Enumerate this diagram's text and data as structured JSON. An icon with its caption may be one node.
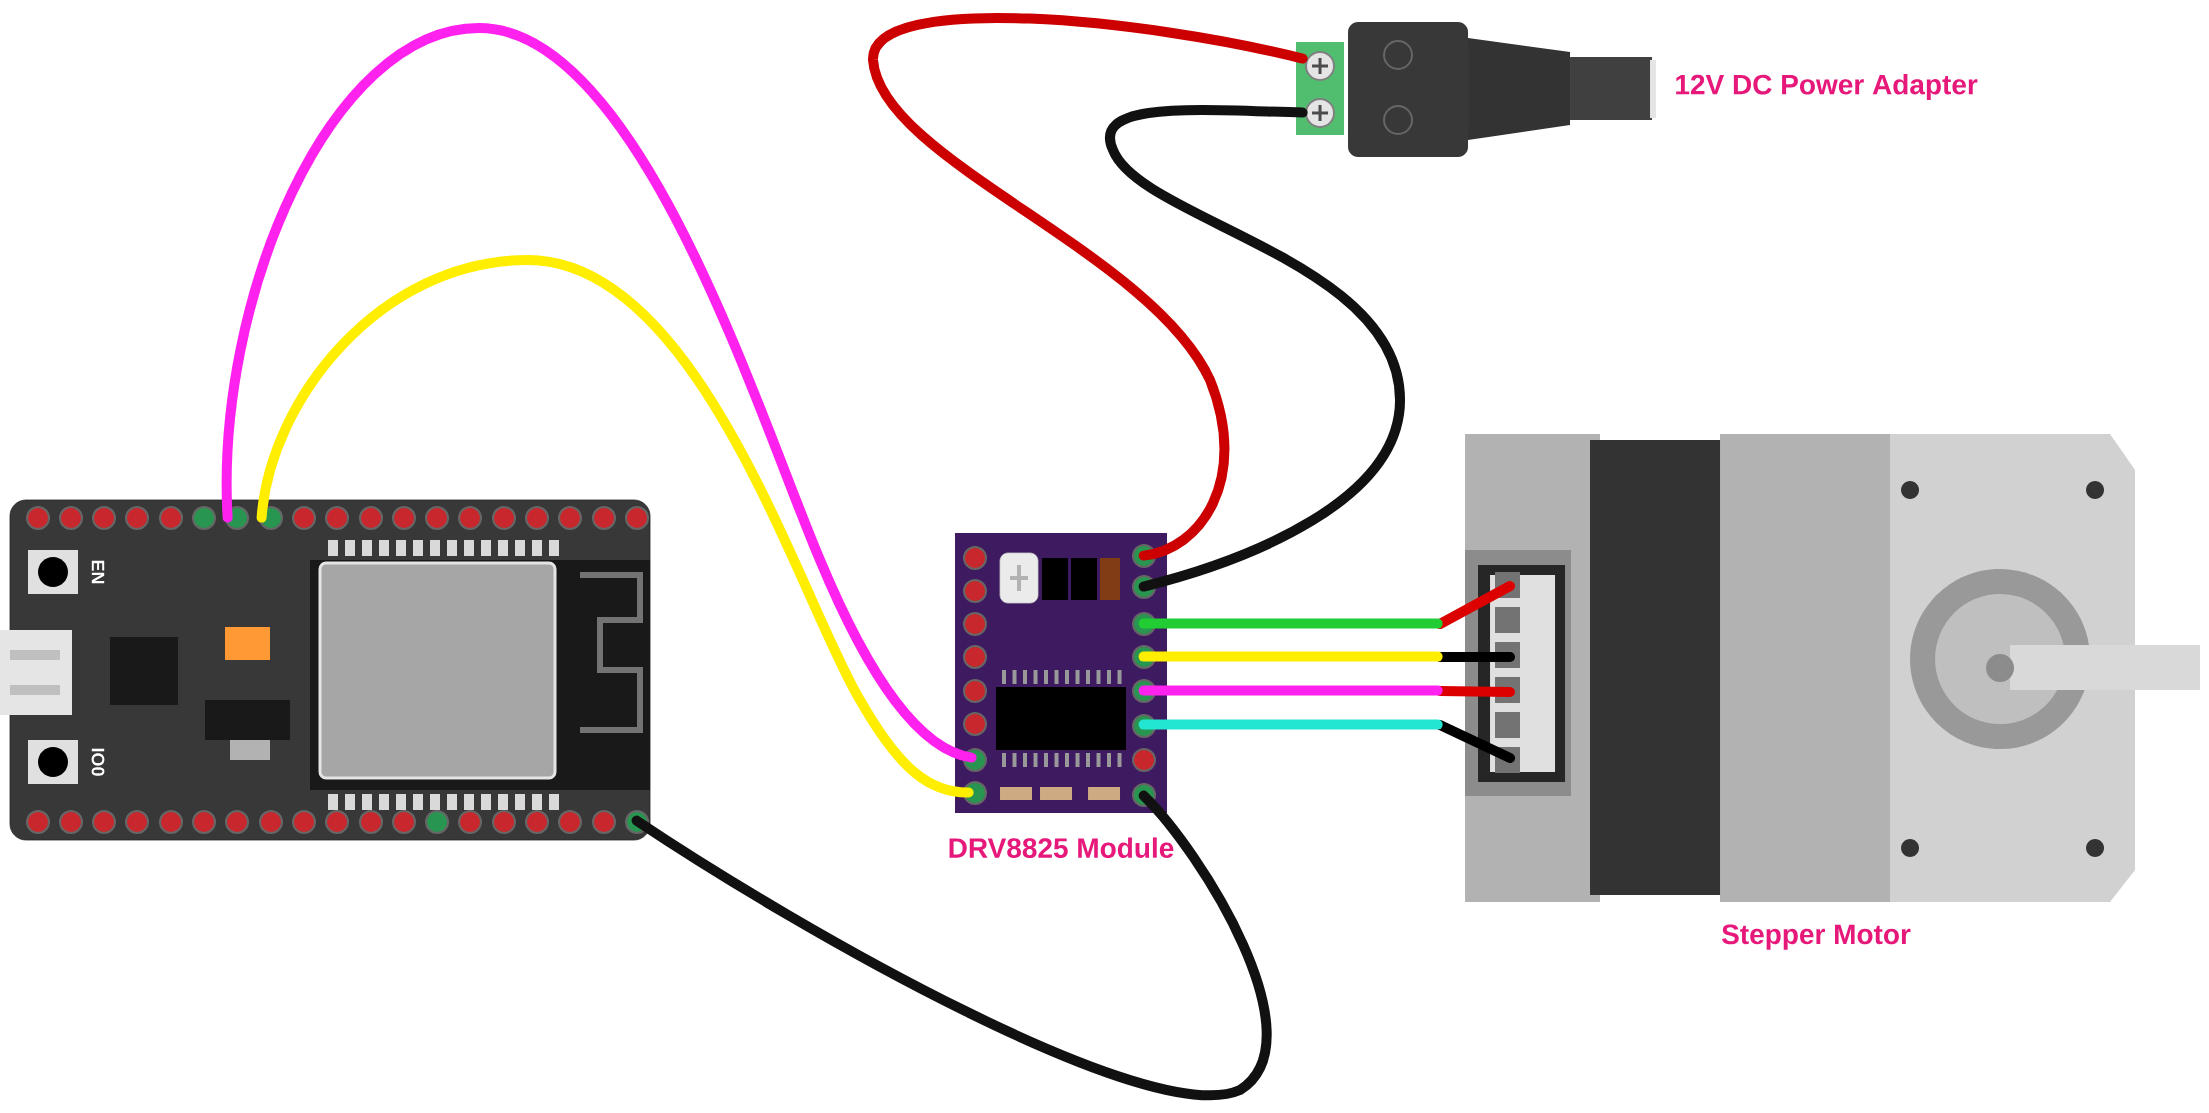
{
  "diagram": {
    "nodes": [
      {
        "text": [],
        "shape": "picture"
      },
      {
        "text": [],
        "shape": "picture",
        "beside": [
          "DRV8825 Module"
        ]
      },
      {
        "text": [],
        "shape": "picture",
        "beside": [
          "12V DC Power Adapter"
        ]
      },
      {
        "text": [],
        "shape": "picture",
        "beside": [
          "Stepper Motor"
        ]
      }
    ],
    "edges": [
      {
        "from": 0,
        "to": 1,
        "arrow": "none",
        "color": "#ff22ee"
      },
      {
        "from": 0,
        "to": 1,
        "arrow": "none",
        "color": "#ffee00"
      },
      {
        "from": 0,
        "to": 1,
        "arrow": "none",
        "color": "#111111"
      },
      {
        "from": 2,
        "to": 1,
        "arrow": "none",
        "color": "#cc0000"
      },
      {
        "from": 2,
        "to": 1,
        "arrow": "none",
        "color": "#111111"
      },
      {
        "from": 1,
        "to": 3,
        "arrow": "none",
        "color": "#22cc33"
      },
      {
        "from": 1,
        "to": 3,
        "arrow": "none",
        "color": "#ffee00"
      },
      {
        "from": 1,
        "to": 3,
        "arrow": "none",
        "color": "#ff22ee"
      },
      {
        "from": 1,
        "to": 3,
        "arrow": "none",
        "color": "#22e6d0"
      }
    ],
    "labels": [
      "EN",
      "IO0"
    ]
  }
}
